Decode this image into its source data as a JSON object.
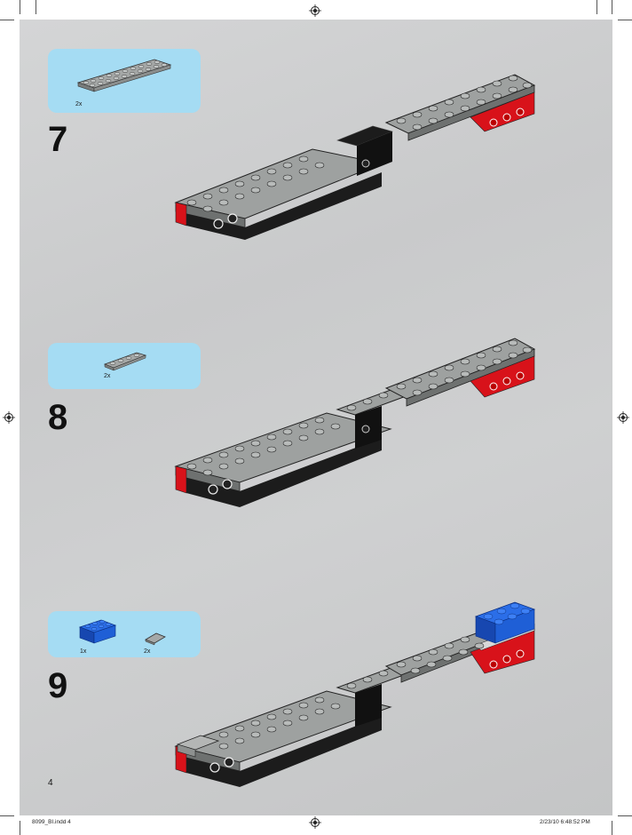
{
  "page_number": "4",
  "slug": {
    "file": "8099_BI.indd   4",
    "datetime": "2/23/10   6:48:52 PM"
  },
  "steps": [
    {
      "number": "7",
      "parts": [
        {
          "qty": "2x",
          "part": "light gray plate 2x10"
        }
      ]
    },
    {
      "number": "8",
      "parts": [
        {
          "qty": "2x",
          "part": "light gray plate 1x4"
        }
      ]
    },
    {
      "number": "9",
      "parts": [
        {
          "qty": "1x",
          "part": "blue brick 2x3"
        },
        {
          "qty": "2x",
          "part": "light gray slope tile"
        }
      ]
    }
  ],
  "colors": {
    "background": "#cacbcc",
    "callout": "#a5dcf3",
    "plate_gray": "#9ea1a0",
    "brick_black": "#1c1c1c",
    "brick_red": "#d8121a",
    "brick_blue": "#1f5fd6"
  }
}
